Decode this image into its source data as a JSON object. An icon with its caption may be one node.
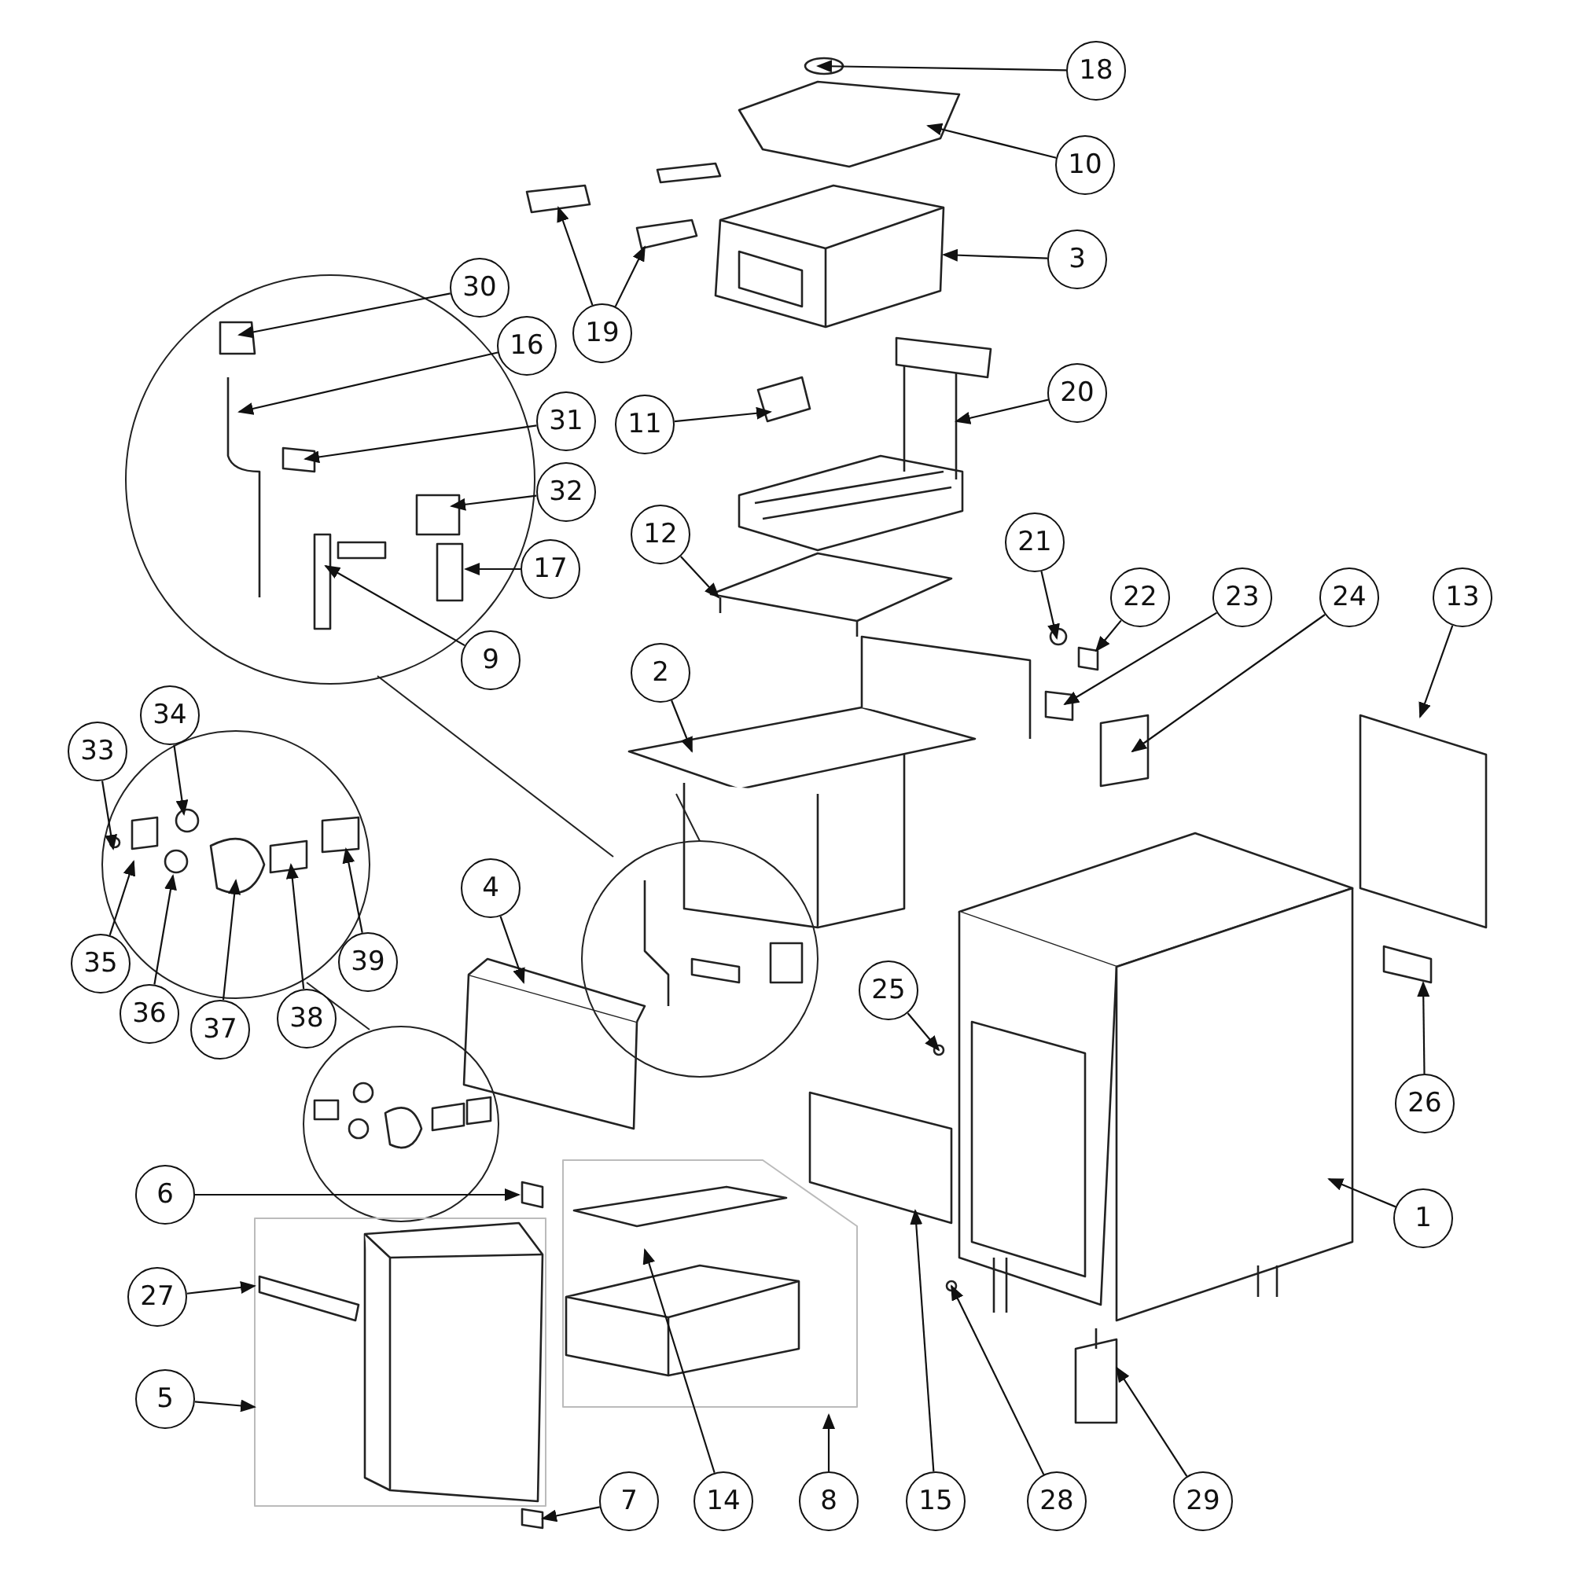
{
  "diagram": {
    "nodes": [
      {
        "text": [
          "18"
        ]
      },
      {
        "text": [
          "10"
        ]
      },
      {
        "text": [
          "3"
        ]
      },
      {
        "text": [
          "30"
        ]
      },
      {
        "text": [
          "19"
        ]
      },
      {
        "text": [
          "16"
        ]
      },
      {
        "text": [
          "20"
        ]
      },
      {
        "text": [
          "31"
        ]
      },
      {
        "text": [
          "11"
        ]
      },
      {
        "text": [
          "32"
        ]
      },
      {
        "text": [
          "12"
        ]
      },
      {
        "text": [
          "21"
        ]
      },
      {
        "text": [
          "17"
        ]
      },
      {
        "text": [
          "22"
        ]
      },
      {
        "text": [
          "23"
        ]
      },
      {
        "text": [
          "24"
        ]
      },
      {
        "text": [
          "13"
        ]
      },
      {
        "text": [
          "9"
        ]
      },
      {
        "text": [
          "2"
        ]
      },
      {
        "text": [
          "34"
        ]
      },
      {
        "text": [
          "33"
        ]
      },
      {
        "text": [
          "39"
        ]
      },
      {
        "text": [
          "4"
        ]
      },
      {
        "text": [
          "35"
        ]
      },
      {
        "text": [
          "38"
        ]
      },
      {
        "text": [
          "25"
        ]
      },
      {
        "text": [
          "36"
        ]
      },
      {
        "text": [
          "37"
        ]
      },
      {
        "text": [
          "26"
        ]
      },
      {
        "text": [
          "6"
        ]
      },
      {
        "text": [
          "1"
        ]
      },
      {
        "text": [
          "27"
        ]
      },
      {
        "text": [
          "5"
        ]
      },
      {
        "text": [
          "7"
        ]
      },
      {
        "text": [
          "14"
        ]
      },
      {
        "text": [
          "8"
        ]
      },
      {
        "text": [
          "15"
        ]
      },
      {
        "text": [
          "28"
        ]
      },
      {
        "text": [
          "29"
        ]
      }
    ],
    "edges": [
      {
        "from": 0,
        "to": null,
        "arrow": "to"
      },
      {
        "from": 1,
        "to": null,
        "arrow": "to"
      },
      {
        "from": 2,
        "to": null,
        "arrow": "to"
      },
      {
        "from": 3,
        "to": null,
        "arrow": "to"
      },
      {
        "from": 4,
        "to": null,
        "arrow": "to"
      },
      {
        "from": 4,
        "to": null,
        "arrow": "to"
      },
      {
        "from": 5,
        "to": null,
        "arrow": "to"
      },
      {
        "from": 6,
        "to": null,
        "arrow": "to"
      },
      {
        "from": 7,
        "to": null,
        "arrow": "to"
      },
      {
        "from": 8,
        "to": null,
        "arrow": "to"
      },
      {
        "from": 9,
        "to": null,
        "arrow": "to"
      },
      {
        "from": 10,
        "to": null,
        "arrow": "to"
      },
      {
        "from": 11,
        "to": null,
        "arrow": "to"
      },
      {
        "from": 12,
        "to": null,
        "arrow": "to"
      },
      {
        "from": 13,
        "to": null,
        "arrow": "to"
      },
      {
        "from": 14,
        "to": null,
        "arrow": "to"
      },
      {
        "from": 15,
        "to": null,
        "arrow": "to"
      },
      {
        "from": 16,
        "to": null,
        "arrow": "to"
      },
      {
        "from": 17,
        "to": null,
        "arrow": "to"
      },
      {
        "from": 18,
        "to": null,
        "arrow": "to"
      },
      {
        "from": 19,
        "to": null,
        "arrow": "to"
      },
      {
        "from": 20,
        "to": null,
        "arrow": "to"
      },
      {
        "from": 21,
        "to": null,
        "arrow": "to"
      },
      {
        "from": 22,
        "to": null,
        "arrow": "to"
      },
      {
        "from": 23,
        "to": null,
        "arrow": "to"
      },
      {
        "from": 24,
        "to": null,
        "arrow": "to"
      },
      {
        "from": 25,
        "to": null,
        "arrow": "to"
      },
      {
        "from": 26,
        "to": null,
        "arrow": "to"
      },
      {
        "from": 27,
        "to": null,
        "arrow": "to"
      },
      {
        "from": 28,
        "to": null,
        "arrow": "to"
      },
      {
        "from": 29,
        "to": null,
        "arrow": "to"
      },
      {
        "from": 30,
        "to": null,
        "arrow": "to"
      },
      {
        "from": 31,
        "to": null,
        "arrow": "to"
      },
      {
        "from": 32,
        "to": null,
        "arrow": "to"
      },
      {
        "from": 33,
        "to": null,
        "arrow": "to"
      },
      {
        "from": 34,
        "to": null,
        "arrow": "to"
      },
      {
        "from": 35,
        "to": null,
        "arrow": "to"
      },
      {
        "from": 36,
        "to": null,
        "arrow": "to"
      },
      {
        "from": 37,
        "to": null,
        "arrow": "to"
      },
      {
        "from": 38,
        "to": null,
        "arrow": "to"
      }
    ]
  }
}
